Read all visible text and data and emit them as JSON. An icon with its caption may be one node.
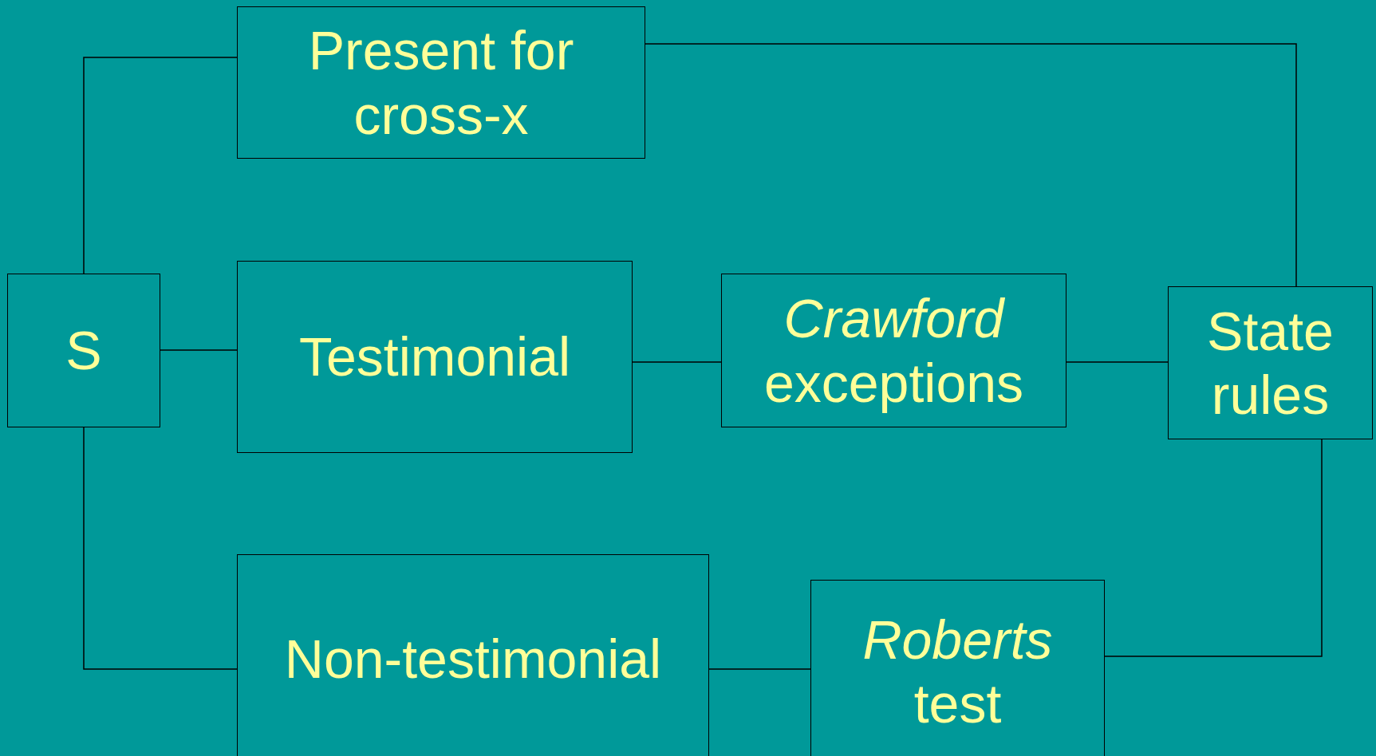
{
  "diagram": {
    "nodes": [
      {
        "text": [
          "S"
        ]
      },
      {
        "text": [
          "Present for cross-x"
        ]
      },
      {
        "text": [
          "Testimonial"
        ]
      },
      {
        "text": [
          "*Crawford* exceptions"
        ]
      },
      {
        "text": [
          "State rules"
        ]
      },
      {
        "text": [
          "Non-testimonial"
        ]
      },
      {
        "text": [
          "*Roberts* test"
        ]
      }
    ],
    "edges": [
      {
        "from": 0,
        "to": 1,
        "arrow": "none"
      },
      {
        "from": 0,
        "to": 2,
        "arrow": "none"
      },
      {
        "from": 0,
        "to": 5,
        "arrow": "none"
      },
      {
        "from": 2,
        "to": 3,
        "arrow": "none"
      },
      {
        "from": 3,
        "to": 4,
        "arrow": "none"
      },
      {
        "from": 1,
        "to": 4,
        "arrow": "none"
      },
      {
        "from": 5,
        "to": 6,
        "arrow": "none"
      },
      {
        "from": 6,
        "to": 4,
        "arrow": "none"
      }
    ]
  }
}
